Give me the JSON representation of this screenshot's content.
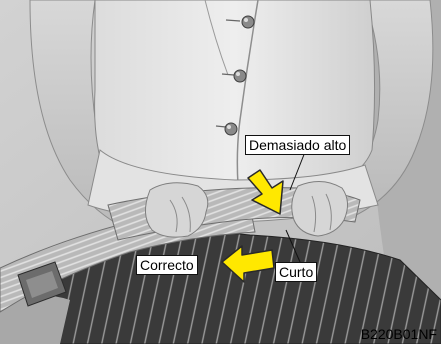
{
  "illustration": {
    "labels": {
      "too_high": "Demasiado alto",
      "correct": "Correcto",
      "short": "Curto"
    },
    "figure_code": "B220B01NF",
    "colors": {
      "arrow": "#ffe800",
      "arrow_outline": "#2a2a2a",
      "background": "#c7c7c7",
      "skirt": "#3c3c3c",
      "belt": "#b5b5b5"
    }
  }
}
